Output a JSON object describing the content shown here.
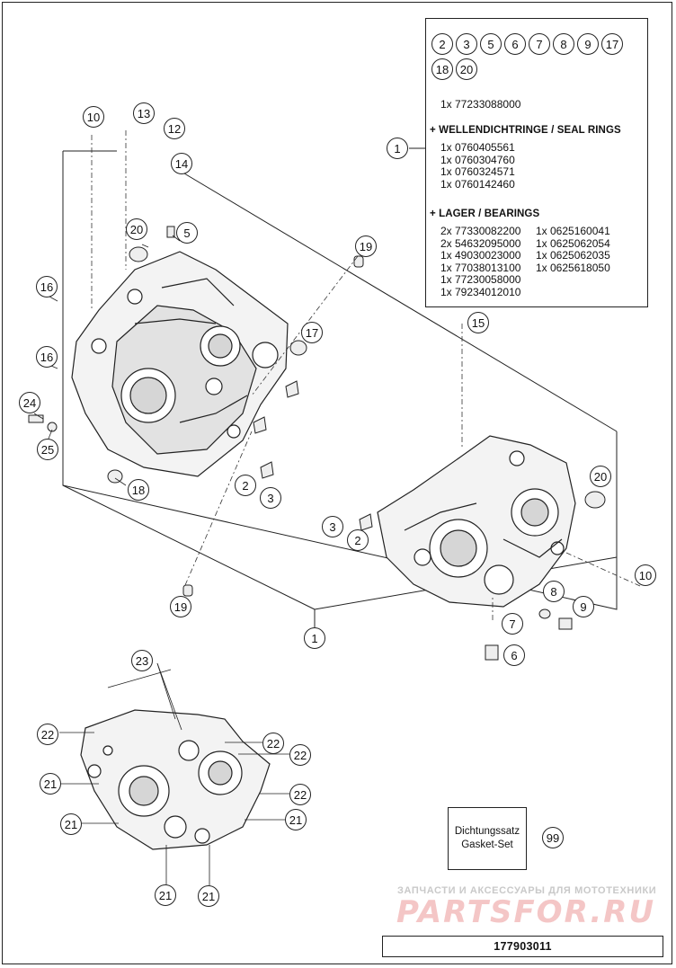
{
  "kit": {
    "circle_numbers": [
      "2",
      "3",
      "5",
      "6",
      "7",
      "8",
      "9",
      "17",
      "18",
      "20"
    ],
    "main_part": "1x 77233088000",
    "callout_number": "1",
    "seal_heading": "+ WELLENDICHTRINGE / SEAL RINGS",
    "seal_parts": [
      "1x 0760405561",
      "1x 0760304760",
      "1x 0760324571",
      "1x 0760142460"
    ],
    "bearing_heading": "+ LAGER / BEARINGS",
    "bearing_parts_left": [
      "2x 77330082200",
      "2x 54632095000",
      "1x 49030023000",
      "1x 77038013100",
      "1x 77230058000",
      "1x 79234012010"
    ],
    "bearing_parts_right": [
      "1x 0625160041",
      "1x 0625062054",
      "1x 0625062035",
      "1x 0625618050"
    ]
  },
  "callouts": {
    "c10a": "10",
    "c13": "13",
    "c12": "12",
    "c14": "14",
    "c20a": "20",
    "c5": "5",
    "c19a": "19",
    "c16a": "16",
    "c17": "17",
    "c16b": "16",
    "c24": "24",
    "c25": "25",
    "c15": "15",
    "c2a": "2",
    "c3a": "3",
    "c18": "18",
    "c20b": "20",
    "c3b": "3",
    "c2b": "2",
    "c10b": "10",
    "c8": "8",
    "c9": "9",
    "c19b": "19",
    "c7": "7",
    "c6": "6",
    "c1": "1",
    "c23": "23",
    "c22a": "22",
    "c22b": "22",
    "c22c": "22",
    "c22d": "22",
    "c21a": "21",
    "c21b": "21",
    "c21c": "21",
    "c21d": "21",
    "c21e": "21",
    "c99": "99"
  },
  "gasket_set": {
    "line1": "Dichtungssatz",
    "line2": "Gasket-Set"
  },
  "watermark": {
    "tagline": "ЗАПЧАСТИ И АКСЕССУАРЫ ДЛЯ МОТОТЕХНИКИ",
    "brand": "PARTSFOR.RU"
  },
  "document_number": "177903011"
}
